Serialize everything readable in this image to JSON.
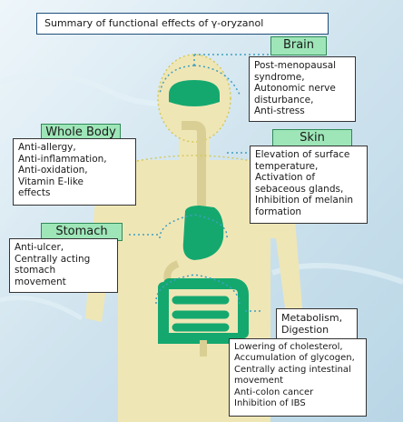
{
  "title": "Summary of functional effects of γ-oryzanol",
  "colors": {
    "background": "#d7e8f0",
    "body_silhouette": "#efe6b6",
    "organ": "#14a86f",
    "label_fill": "#9ee6b8",
    "connector": "#3f9fbf"
  },
  "sections": {
    "brain": {
      "label": "Brain",
      "effects": [
        "Post-menopausal",
        "syndrome,",
        "Autonomic nerve",
        "disturbance,",
        "Anti-stress"
      ]
    },
    "whole_body": {
      "label": "Whole Body",
      "effects": [
        "Anti-allergy,",
        "Anti-inflammation,",
        "Anti-oxidation,",
        "Vitamin E-like",
        "effects"
      ]
    },
    "skin": {
      "label": "Skin",
      "effects": [
        "Elevation of surface",
        "temperature,",
        "Activation of",
        "sebaceous glands,",
        "Inhibition of melanin",
        "formation"
      ]
    },
    "stomach": {
      "label": "Stomach",
      "effects": [
        "Anti-ulcer,",
        "Centrally acting",
        "stomach",
        "movement"
      ]
    },
    "metabolism": {
      "label_lines": [
        "Metabolism,",
        "Digestion"
      ],
      "effects": [
        "Lowering of cholesterol,",
        "Accumulation of glycogen,",
        "Centrally acting intestinal",
        "movement",
        "Anti-colon cancer",
        "Inhibition of IBS"
      ]
    }
  }
}
